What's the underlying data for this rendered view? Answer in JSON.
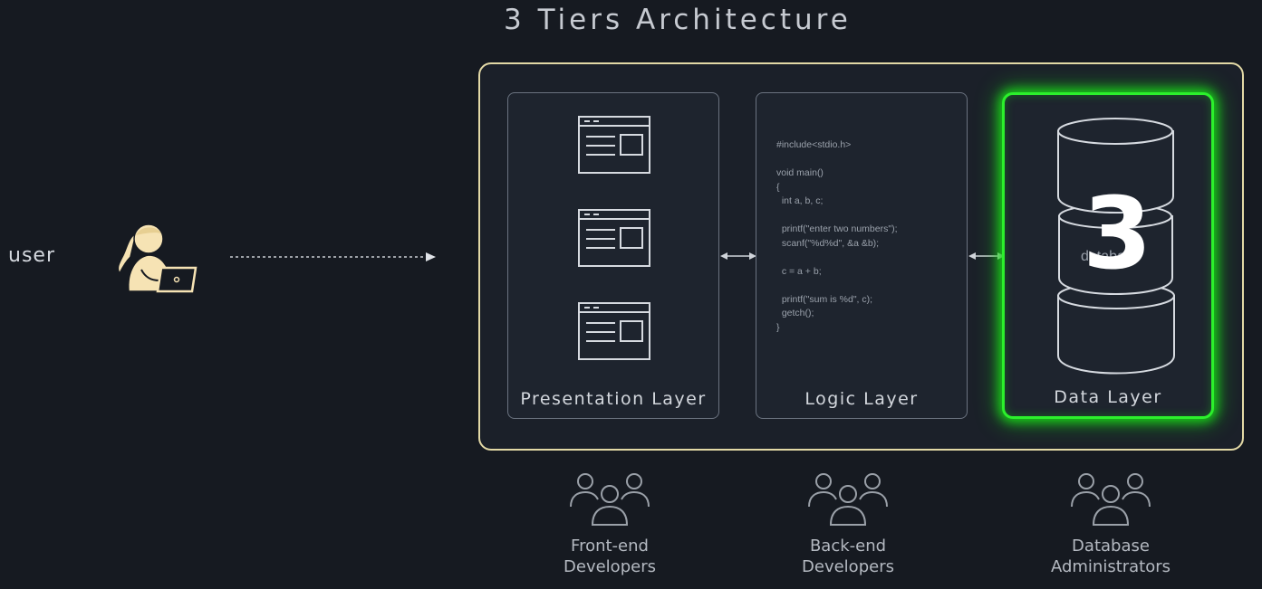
{
  "title": "3 Tiers Architecture",
  "user": {
    "label": "user"
  },
  "layers": [
    {
      "label": "Presentation Layer"
    },
    {
      "label": "Logic Layer",
      "code": [
        "#include<stdio.h>",
        "",
        "void main()",
        "{",
        "  int a, b, c;",
        "",
        "  printf(\"enter two numbers\");",
        "  scanf(\"%d%d\", &a &b);",
        "",
        "  c = a + b;",
        "",
        "  printf(\"sum is %d\", c);",
        "  getch();",
        "}"
      ]
    },
    {
      "label": "Data Layer",
      "db_text": "database",
      "step_number": "3",
      "highlight_color": "#2cf02c"
    }
  ],
  "teams": [
    {
      "line1": "Front-end",
      "line2": "Developers"
    },
    {
      "line1": "Back-end",
      "line2": "Developers"
    },
    {
      "line1": "Database",
      "line2": "Administrators"
    }
  ],
  "colors": {
    "background": "#161a21",
    "frame": "#e3d9a6",
    "user_icon": "#f6e3b4",
    "highlight": "#2cf02c"
  }
}
